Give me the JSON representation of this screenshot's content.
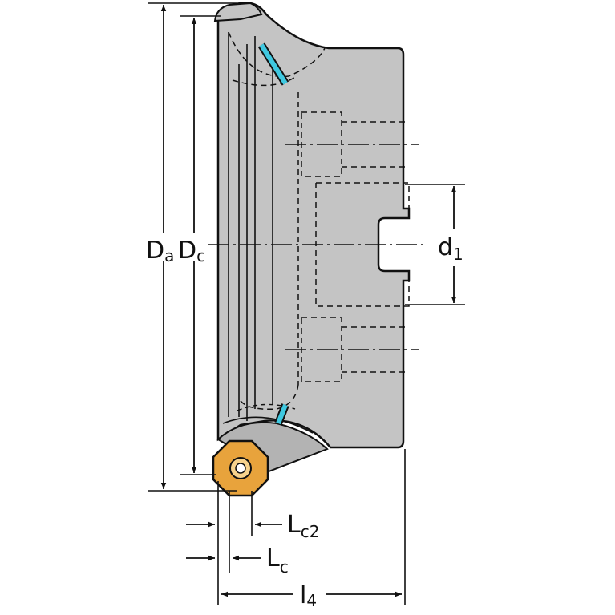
{
  "diagram": {
    "labels": {
      "da_main": "D",
      "da_sub": "a",
      "dc_main": "D",
      "dc_sub": "c",
      "d1_main": "d",
      "d1_sub": "1",
      "lc2_main": "L",
      "lc2_sub": "c2",
      "lc_main": "L",
      "lc_sub": "c",
      "l4_main": "l",
      "l4_sub": "4"
    },
    "colors": {
      "body": "#c4c4c4",
      "outline": "#111111",
      "insert": "#e8a33c",
      "coolant": "#3fc8e0"
    }
  }
}
